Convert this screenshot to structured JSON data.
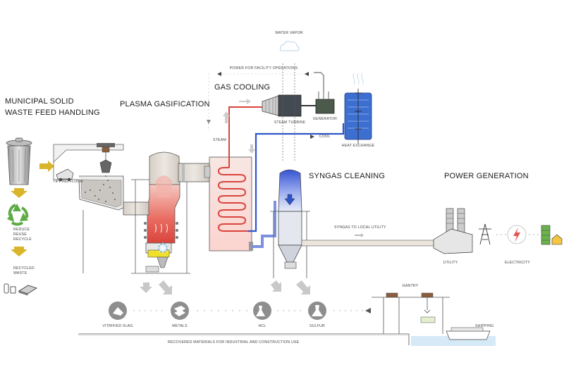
{
  "sections": {
    "msw_line1": "MUNICIPAL SOLID",
    "msw_line2": "WASTE FEED HANDLING",
    "plasma": "PLASMA GASIFICATION",
    "gas_cooling": "GAS COOLING",
    "syngas_cleaning": "SYNGAS CLEANING",
    "power_generation": "POWER GENERATION"
  },
  "labels": {
    "water_vapor": "WATER VAPOR",
    "power_facility": "POWER FOR FACILITY OPERATIONS",
    "steam": "STEAM",
    "steam_turbine": "STEAM TURBINE",
    "generator": "GENERATOR",
    "cool": "COOL",
    "heat_exchange": "HEAT EXCHANGE",
    "tipping_floor": "TIPPING FLOOR",
    "syngas_to_utility": "SYNGAS TO LOCAL UTILITY",
    "utility": "UTILITY",
    "electricity": "ELECTRICITY",
    "gantry": "GANTRY",
    "shipping": "SHIPPING",
    "recovered": "RECOVERED MATERIALS FOR INDUSTRIAL AND CONSTRUCTION USE"
  },
  "recycle": {
    "reduce": "REDUCE",
    "reuse": "REUSE",
    "recycle": "RECYCLE",
    "recycled_line1": "RECYCLED",
    "recycled_line2": "WASTE"
  },
  "outputs": [
    {
      "label": "VITRIFIED SLAG",
      "icon": "slag-icon"
    },
    {
      "label": "METALS",
      "icon": "metals-icon"
    },
    {
      "label": "HCL",
      "icon": "hcl-icon"
    },
    {
      "label": "SULFUR",
      "icon": "sulfur-icon"
    }
  ],
  "colors": {
    "yellow": "#d9b52b",
    "green": "#5dab45",
    "red_hot": "#e0554f",
    "blue_cold": "#2f54c8",
    "grey_line": "#8a8a8a",
    "blue_exchanger": "#3c6fd0"
  }
}
